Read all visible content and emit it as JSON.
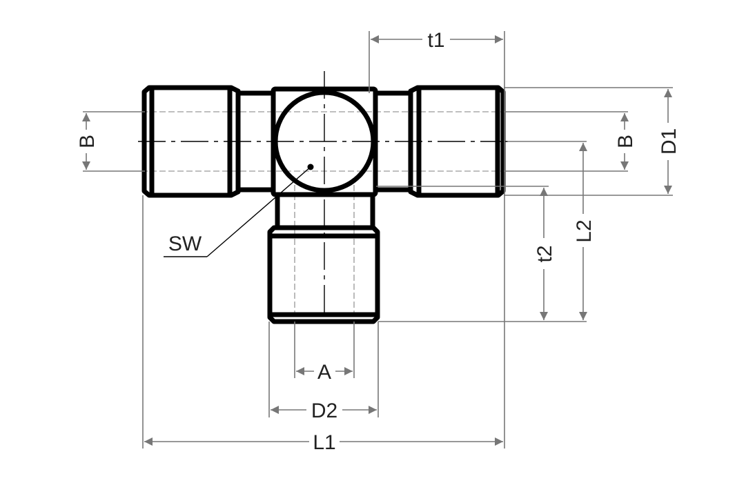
{
  "title": "Tee fitting dimension drawing",
  "labels": {
    "t1": "t1",
    "t2": "t2",
    "b_left": "B",
    "b_right": "B",
    "d1": "D1",
    "d2": "D2",
    "l1": "L1",
    "l2": "L2",
    "a": "A",
    "sw": "SW"
  },
  "colors": {
    "outline": "#000000",
    "dimension": "#777777",
    "hidden": "#aaaaaa"
  }
}
